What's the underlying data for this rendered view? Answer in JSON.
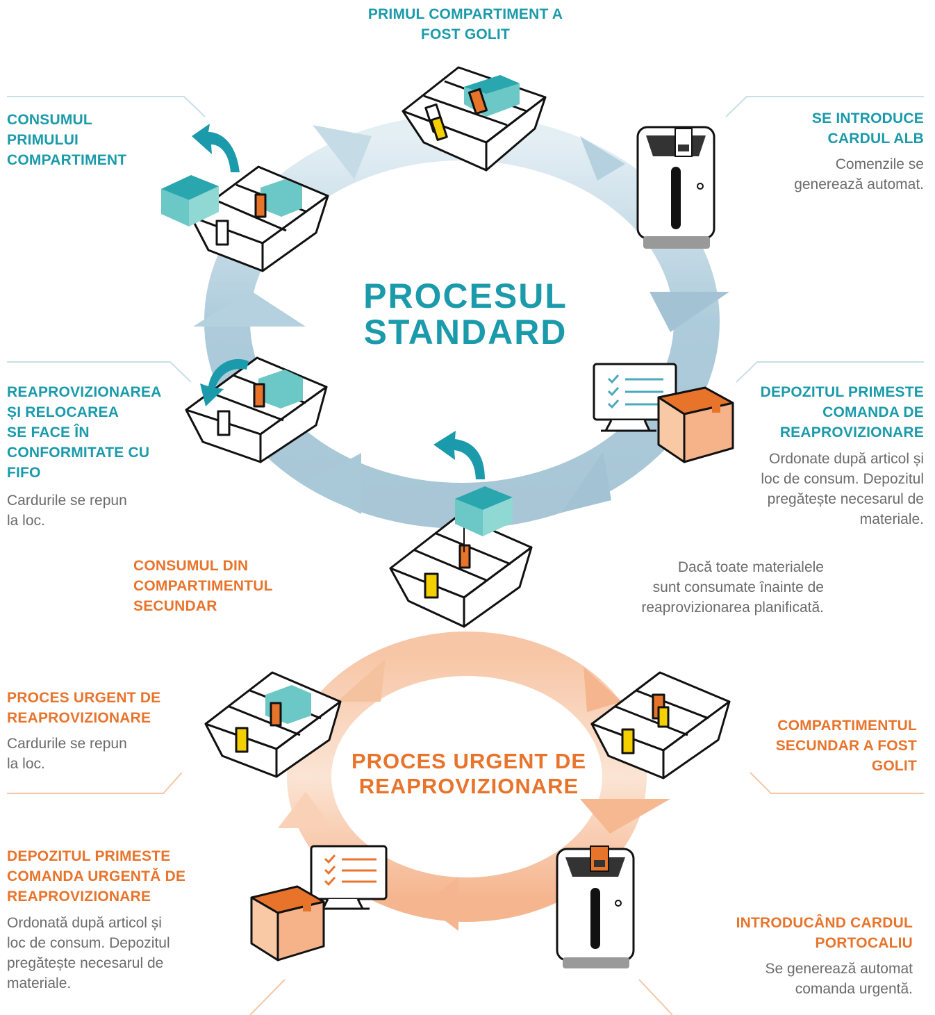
{
  "standard": {
    "title_line1": "PROCESUL",
    "title_line2": "STANDARD",
    "steps": [
      {
        "title_l1": "PRIMUL COMPARTIMENT A",
        "title_l2": "FOST GOLIT"
      },
      {
        "title_l1": "SE INTRODUCE",
        "title_l2": "CARDUL ALB",
        "desc_l1": "Comenzile se",
        "desc_l2": "generează automat."
      },
      {
        "title_l1": "DEPOZITUL PRIMESTE",
        "title_l2": "COMANDA DE",
        "title_l3": "REAPROVIZIONARE",
        "desc_l1": "Ordonate după articol și",
        "desc_l2": "loc de consum. Depozitul",
        "desc_l3": "pregătește necesarul de",
        "desc_l4": "materiale."
      },
      {
        "title_l1": "REAPROVIZIONAREA",
        "title_l2": "ȘI RELOCAREA",
        "title_l3": "SE FACE ÎN",
        "title_l4": "CONFORMITATE CU",
        "title_l5": "FIFO",
        "desc_l1": "Cardurile se repun",
        "desc_l2": "la loc."
      },
      {
        "title_l1": "CONSUMUL",
        "title_l2": "PRIMULUI",
        "title_l3": "COMPARTIMENT"
      }
    ]
  },
  "transition": {
    "title_l1": "CONSUMUL DIN",
    "title_l2": "COMPARTIMENTUL",
    "title_l3": "SECUNDAR",
    "note_l1": "Dacă toate materialele",
    "note_l2": "sunt consumate înainte de",
    "note_l3": "reaprovizionarea planificată."
  },
  "urgent": {
    "title_line1": "PROCES URGENT DE",
    "title_line2": "REAPROVIZIONARE",
    "steps": [
      {
        "title_l1": "COMPARTIMENTUL",
        "title_l2": "SECUNDAR A FOST",
        "title_l3": "GOLIT"
      },
      {
        "title_l1": "INTRODUCÂND CARDUL",
        "title_l2": "PORTOCALIU",
        "desc_l1": "Se generează automat",
        "desc_l2": "comanda urgentă."
      },
      {
        "title_l1": "DEPOZITUL PRIMESTE",
        "title_l2": "COMANDA URGENTĂ DE",
        "title_l3": "REAPROVIZIONARE",
        "desc_l1": "Ordonată după articol și",
        "desc_l2": "loc de consum. Depozitul",
        "desc_l3": "pregătește necesarul de",
        "desc_l4": "materiale."
      },
      {
        "title_l1": "PROCES URGENT DE",
        "title_l2": "REAPROVIZIONARE",
        "desc_l1": "Cardurile se repun",
        "desc_l2": "la loc."
      }
    ]
  },
  "colors": {
    "teal": "#1a9aaa",
    "orange": "#e8742c",
    "arrow_blue": "#a9c9d9",
    "arrow_orange": "#f5b58e",
    "box_teal": "#6cc8c6",
    "card_orange": "#e8742c",
    "card_yellow": "#f5d000"
  }
}
